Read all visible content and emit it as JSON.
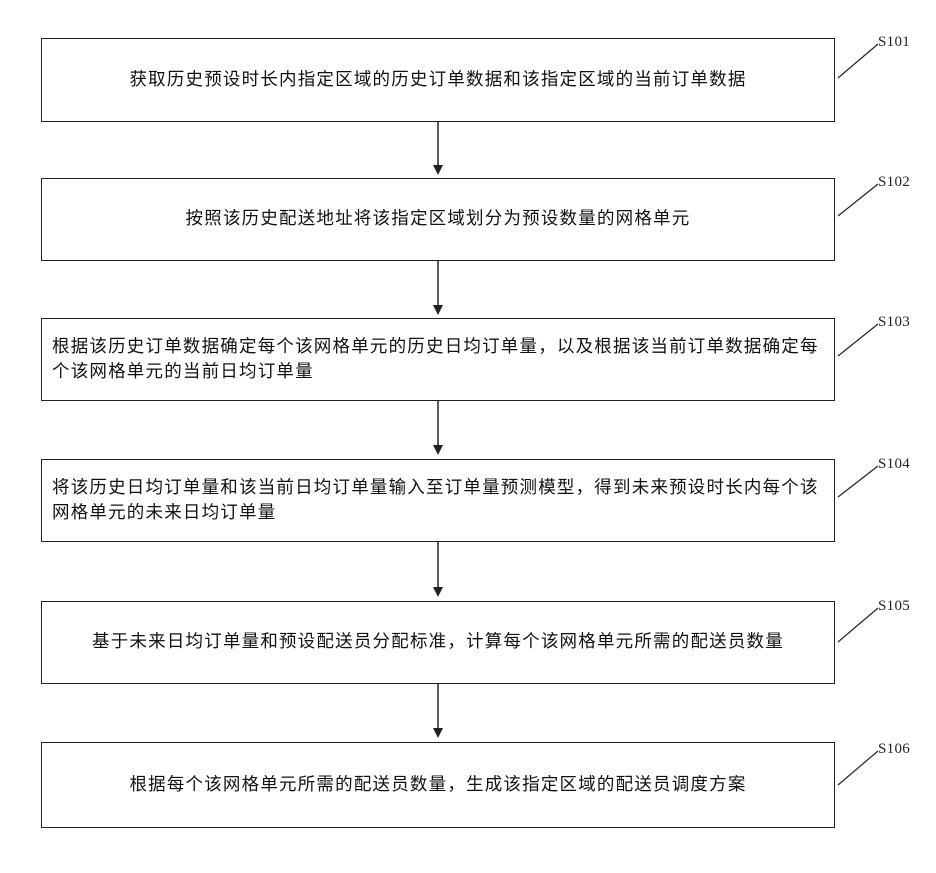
{
  "steps": [
    {
      "label": "S101",
      "text": "获取历史预设时长内指定区域的历史订单数据和该指定区域的当前订单数据"
    },
    {
      "label": "S102",
      "text": "按照该历史配送地址将该指定区域划分为预设数量的网格单元"
    },
    {
      "label": "S103",
      "text": "根据该历史订单数据确定每个该网格单元的历史日均订单量，以及根据该当前订单数据确定每个该网格单元的当前日均订单量"
    },
    {
      "label": "S104",
      "text": "将该历史日均订单量和该当前日均订单量输入至订单量预测模型，得到未来预设时长内每个该网格单元的未来日均订单量"
    },
    {
      "label": "S105",
      "text": "基于未来日均订单量和预设配送员分配标准，计算每个该网格单元所需的配送员数量"
    },
    {
      "label": "S106",
      "text": "根据每个该网格单元所需的配送员数量，生成该指定区域的配送员调度方案"
    }
  ]
}
